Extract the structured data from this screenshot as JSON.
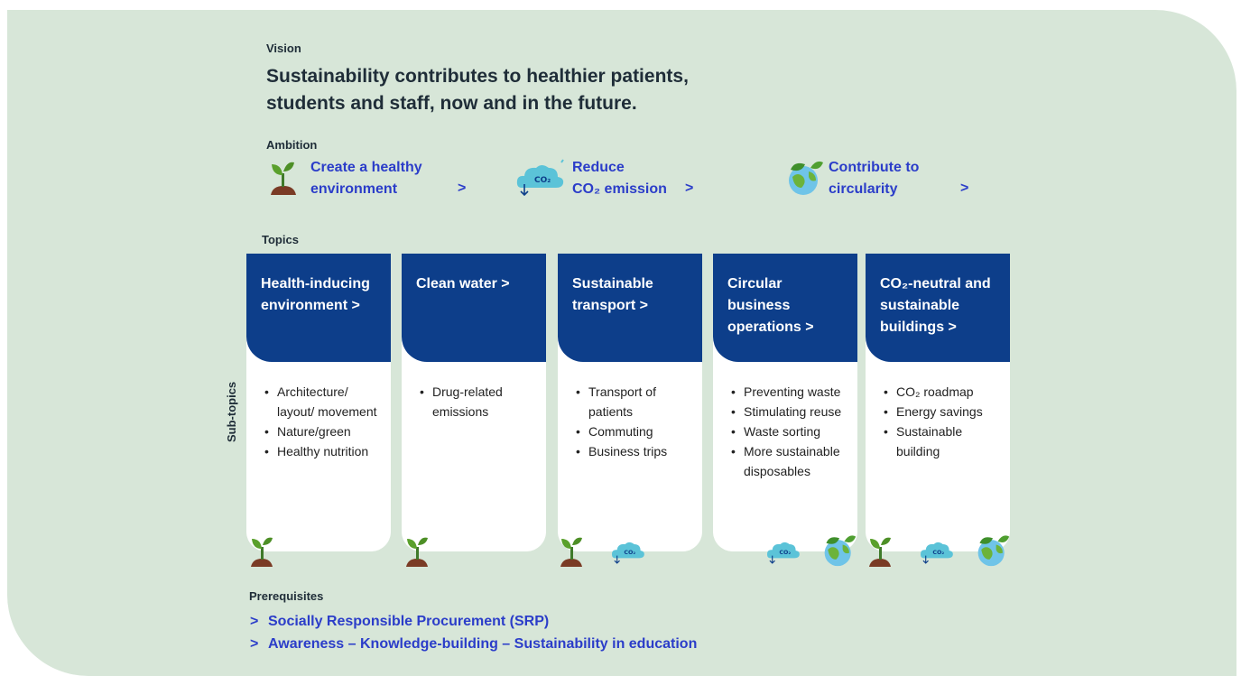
{
  "vision": {
    "label": "Vision",
    "text": "Sustainability contributes to healthier patients, students and staff, now and in the future."
  },
  "ambition": {
    "label": "Ambition",
    "items": [
      {
        "line1": "Create a healthy",
        "line2": "environment",
        "icon": "sprout-icon"
      },
      {
        "line1": "Reduce",
        "line2": "CO₂ emission",
        "icon": "co2-cloud-icon"
      },
      {
        "line1": "Contribute to",
        "line2": "circularity",
        "icon": "globe-icon"
      }
    ],
    "arrow": ">"
  },
  "topics": {
    "label": "Topics",
    "subtopics_label": "Sub-topics",
    "cards": [
      {
        "title": "Health-inducing environment >",
        "items": [
          "Architecture/ layout/ movement",
          "Nature/green",
          "Healthy nutrition"
        ]
      },
      {
        "title": "Clean water >",
        "items": [
          "Drug-related emissions"
        ]
      },
      {
        "title": "Sustainable transport >",
        "items": [
          "Transport of patients",
          "Commuting",
          "Business trips"
        ]
      },
      {
        "title": "Circular business operations >",
        "items": [
          "Preventing waste",
          "Stimulating reuse",
          "Waste sorting",
          "More sustainable disposables"
        ]
      },
      {
        "title": "CO₂-neutral and sustainable buildings >",
        "items": [
          "CO₂ roadmap",
          "Energy savings",
          "Sustainable building"
        ]
      }
    ]
  },
  "prerequisites": {
    "label": "Prerequisites",
    "chevron": ">",
    "items": [
      "Socially Responsible Procurement (SRP)",
      "Awareness – Knowledge-building – Sustainability in education"
    ]
  },
  "colors": {
    "background": "#d7e6d8",
    "card_header": "#0d3e8a",
    "link": "#2b3dc9"
  }
}
